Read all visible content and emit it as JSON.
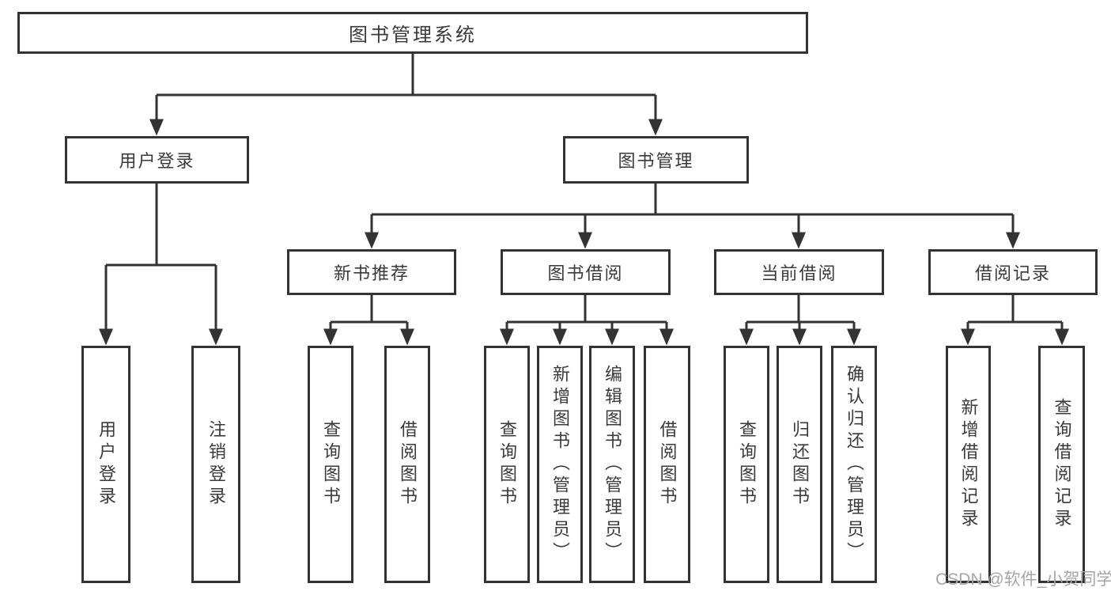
{
  "tree": {
    "root": {
      "label": "图书管理系统"
    },
    "branches": [
      {
        "label": "用户登录",
        "children": [
          {
            "label": "用户登录"
          },
          {
            "label": "注销登录"
          }
        ]
      },
      {
        "label": "图书管理",
        "children": [
          {
            "label": "新书推荐",
            "children": [
              {
                "label": "查询图书"
              },
              {
                "label": "借阅图书"
              }
            ]
          },
          {
            "label": "图书借阅",
            "children": [
              {
                "label": "查询图书"
              },
              {
                "label": "新增图书（管理员）"
              },
              {
                "label": "编辑图书（管理员）"
              },
              {
                "label": "借阅图书"
              }
            ]
          },
          {
            "label": "当前借阅",
            "children": [
              {
                "label": "查询图书"
              },
              {
                "label": "归还图书"
              },
              {
                "label": "确认归还（管理员）"
              }
            ]
          },
          {
            "label": "借阅记录",
            "children": [
              {
                "label": "新增借阅记录"
              },
              {
                "label": "查询借阅记录"
              }
            ]
          }
        ]
      }
    ]
  },
  "watermark": {
    "text": "CSDN @软件_小贺同学"
  },
  "colors": {
    "line": "#333333",
    "box_border": "#333333",
    "text": "#3a3a3a",
    "watermark": "#a6a6a6",
    "background": "#ffffff"
  }
}
